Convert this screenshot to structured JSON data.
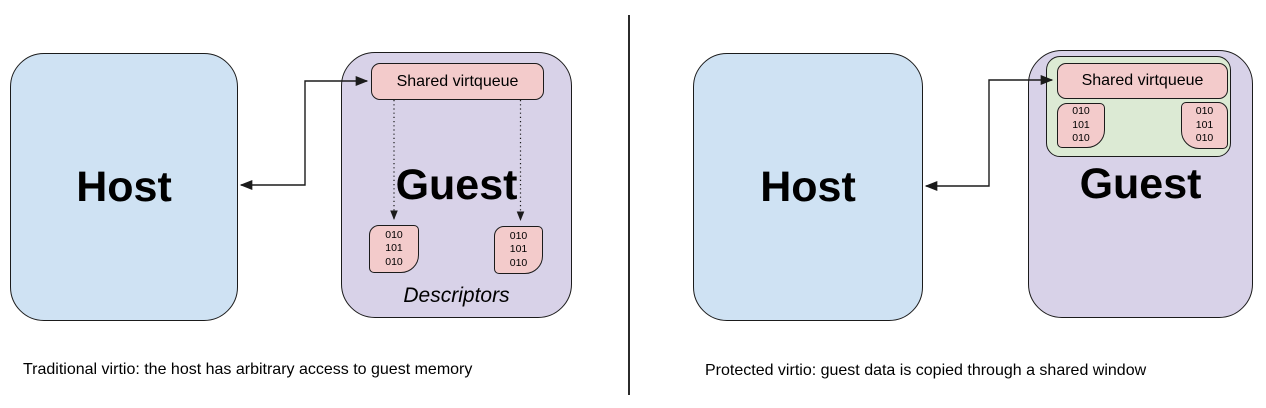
{
  "colors": {
    "host-fill": "#cfe2f3",
    "guest-fill": "#d8d2e8",
    "queue-fill": "#f3cbcb",
    "window-fill": "#dcead4",
    "stroke": "#1b1b1b"
  },
  "left_panel": {
    "host_label": "Host",
    "guest_label": "Guest",
    "virtqueue_label": "Shared virtqueue",
    "descriptors_label": "Descriptors",
    "descriptor_bits": [
      "010",
      "101",
      "010"
    ],
    "caption": "Traditional virtio: the host has arbitrary access to guest memory"
  },
  "right_panel": {
    "host_label": "Host",
    "guest_label": "Guest",
    "virtqueue_label": "Shared virtqueue",
    "descriptor_bits": [
      "010",
      "101",
      "010"
    ],
    "caption": "Protected virtio: guest data is copied through a shared window"
  }
}
